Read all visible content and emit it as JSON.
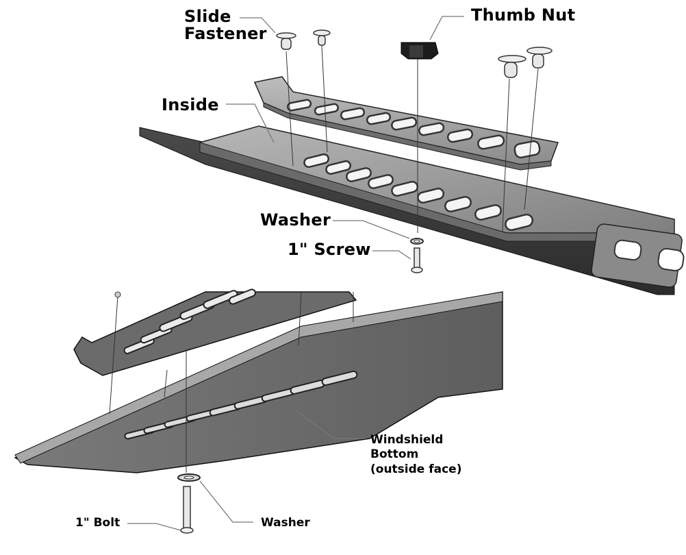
{
  "top_panel": {
    "labels": {
      "slide_fastener_line1": "Slide",
      "slide_fastener_line2": "Fastener",
      "thumb_nut": "Thumb Nut",
      "inside": "Inside",
      "washer": "Washer",
      "screw": "1\" Screw"
    }
  },
  "bottom_panel": {
    "labels": {
      "windshield_line1": "Windshield",
      "windshield_line2": "Bottom",
      "windshield_line3": "(outside face)",
      "bolt": "1\" Bolt",
      "washer": "Washer"
    }
  },
  "colors": {
    "ink": "#000000",
    "plate_top": "#9a9a9a",
    "plate_dark": "#5c5c5c",
    "plate_edge": "#2a2a2a",
    "hardware": "#e6e6e6",
    "leader": "#555555"
  }
}
